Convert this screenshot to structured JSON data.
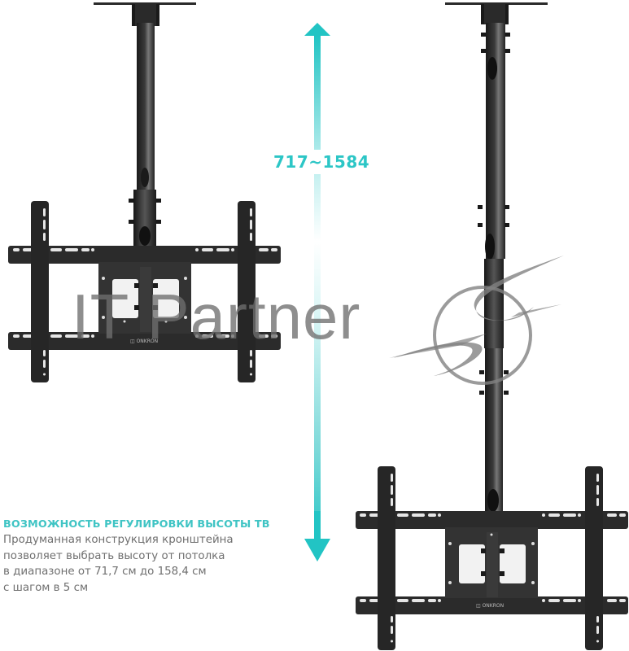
{
  "colors": {
    "accent": "#2cc6c6",
    "caption_title": "#3fc4c4",
    "caption_text": "#6f6f6f",
    "mount_metal": "#2b2b2b",
    "watermark": "#7a7a7a",
    "background": "#ffffff"
  },
  "height_indicator": {
    "label": "717~1584",
    "icon_top": "arrow-up-icon",
    "icon_bottom": "arrow-down-icon"
  },
  "mounts": [
    {
      "position": "left",
      "state": "shortest",
      "brand_label": "ONKRON"
    },
    {
      "position": "right",
      "state": "extended",
      "brand_label": "ONKRON"
    }
  ],
  "watermark": {
    "text": "IT Partner",
    "logo_icon": "swoosh-circle-logo-icon"
  },
  "caption": {
    "title": "ВОЗМОЖНОСТЬ РЕГУЛИРОВКИ ВЫСОТЫ ТВ",
    "lines": [
      "Продуманная конструкция кронштейна",
      "позволяет выбрать высоту от потолка",
      "в диапазоне от 71,7 см до 158,4 см",
      "с шагом в 5 см"
    ]
  }
}
